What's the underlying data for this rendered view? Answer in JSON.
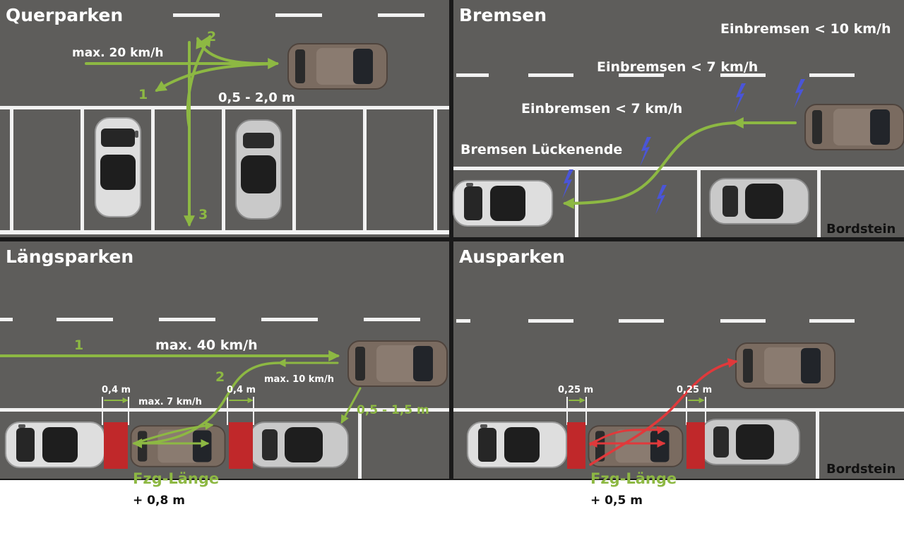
{
  "panels": {
    "querparken": {
      "title": "Querparken",
      "speed": "max. 20 km/h",
      "distance": "0,5 - 2,0 m",
      "step1": "1",
      "step2": "2",
      "step3": "3"
    },
    "bremsen": {
      "title": "Bremsen",
      "brake10": "Einbremsen < 10 km/h",
      "brake7a": "Einbremsen < 7 km/h",
      "brake7b": "Einbremsen < 7 km/h",
      "gap_end": "Bremsen Lückenende",
      "curb": "Bordstein"
    },
    "laengsparken": {
      "title": "Längsparken",
      "step1": "1",
      "speed40": "max. 40 km/h",
      "step2": "2",
      "speed10": "max. 10 km/h",
      "gap_left": "0,4 m",
      "speed7": "max. 7 km/h",
      "gap_right": "0,4 m",
      "distance": "0,5 - 1,5 m",
      "length": "Fzg-Länge",
      "length_add": "+ 0,8 m"
    },
    "ausparken": {
      "title": "Ausparken",
      "gap_left": "0,25 m",
      "gap_right": "0,25 m",
      "length": "Fzg-Länge",
      "length_add": "+ 0,5 m",
      "curb": "Bordstein"
    }
  },
  "colors": {
    "asphalt": "#5e5d5b",
    "marking": "#f2f2f2",
    "arrow_green": "#8db843",
    "arrow_red": "#e0393b",
    "block_red": "#c0282a",
    "car_white": "#dedede",
    "car_silver": "#c9c9c9",
    "car_brown": "#7a6b60",
    "lightning": "#4a55d8",
    "divider": "#1a1a1a"
  }
}
